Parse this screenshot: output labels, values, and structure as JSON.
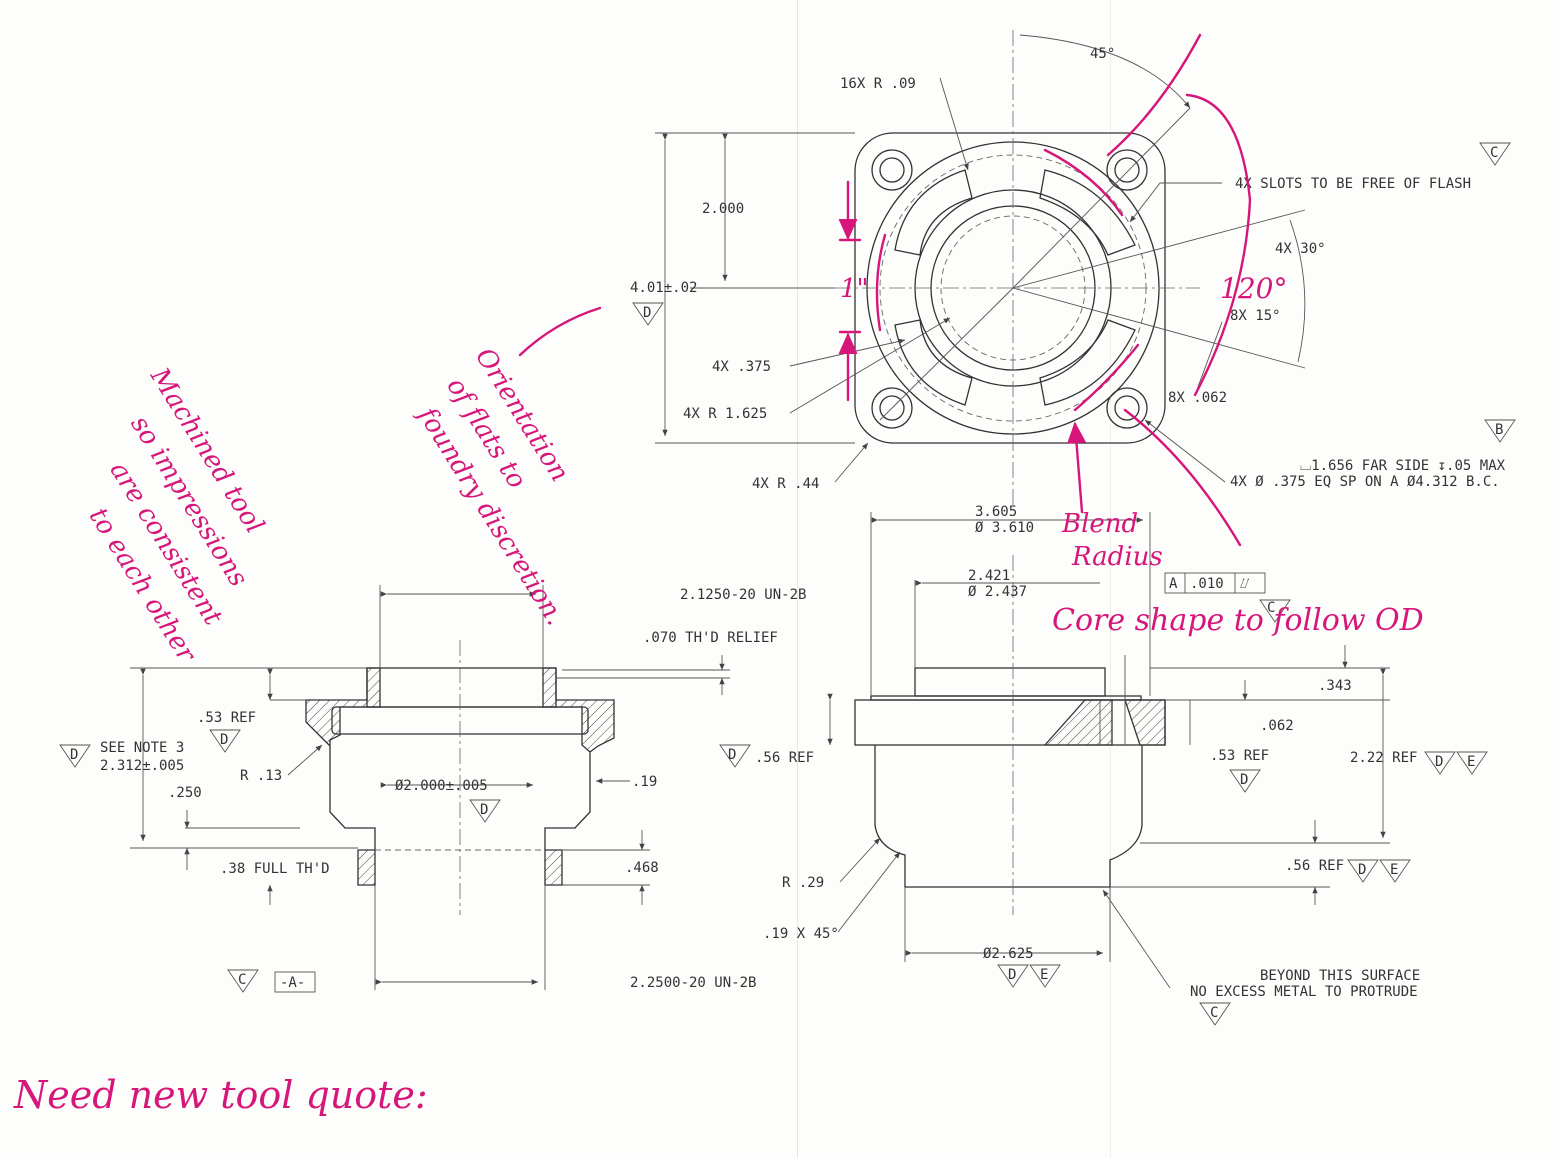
{
  "drawing": {
    "note_slots_flash": "4X SLOTS TO BE FREE OF FLASH",
    "rad_16x": "16X R .09",
    "ang_45": "45°",
    "dim_2000": "2.000",
    "dim_4010": "4.01±.02",
    "dim_4x375": "4X .375",
    "dim_4xr1625": "4X R 1.625",
    "dim_4xr44": "4X R .44",
    "ang_4x30": "4X 30°",
    "ang_8x15": "8X 15°",
    "dim_8x062": "8X .062",
    "hole_callout_1": "4X Ø .375 EQ SP ON A Ø4.312 B.C.",
    "hole_callout_2": "⌴1.656 FAR SIDE ↧.05 MAX",
    "dim_3610": "Ø 3.610",
    "dim_3605": "3.605",
    "dim_2437": "Ø 2.437",
    "dim_2421": "2.421",
    "fcf_tol": ".010",
    "fcf_datum": "A",
    "dim_343": ".343",
    "dim_062": ".062",
    "dim_56ref_1": ".56 REF",
    "dim_53ref_1": ".53 REF",
    "dim_222ref": "2.22 REF",
    "dim_56ref_2": ".56 REF",
    "dim_r29": "R .29",
    "dim_19x45": ".19 X 45°",
    "dim_2625": "Ø2.625",
    "note_excess_1": "NO EXCESS METAL TO PROTRUDE",
    "note_excess_2": "BEYOND THIS SURFACE",
    "thread_top": "2.1250-20 UN-2B",
    "relief": ".070 TH'D RELIEF",
    "dim_53ref_2": ".53 REF",
    "dim_2312": "2.312±.005",
    "see_note": "SEE NOTE 3",
    "dim_r13": "R .13",
    "dim_250": ".250",
    "dim_2000bore": "Ø2.000±.005",
    "dim_19": ".19",
    "dim_468": ".468",
    "dim_38thd": ".38 FULL TH'D",
    "datum_a": "-A-",
    "thread_bottom": "2.2500-20 UN-2B",
    "datums": {
      "b": "B",
      "c": "C",
      "d": "D",
      "e": "E"
    }
  },
  "annotations": {
    "machined_tool": [
      "Machined tool",
      "so impressions",
      "are consistent",
      "to each other"
    ],
    "orientation": [
      "Orientation",
      "of flats to",
      "foundry discretion."
    ],
    "one_inch": "1\"",
    "angle_120": "120°",
    "blend_radius": [
      "Blend",
      "Radius"
    ],
    "core_shape": "Core shape to follow OD",
    "tool_quote": "Need new tool quote:"
  },
  "colors": {
    "ink": "#333333",
    "markup": "#d6167a",
    "paper": "#fdfdfb"
  }
}
